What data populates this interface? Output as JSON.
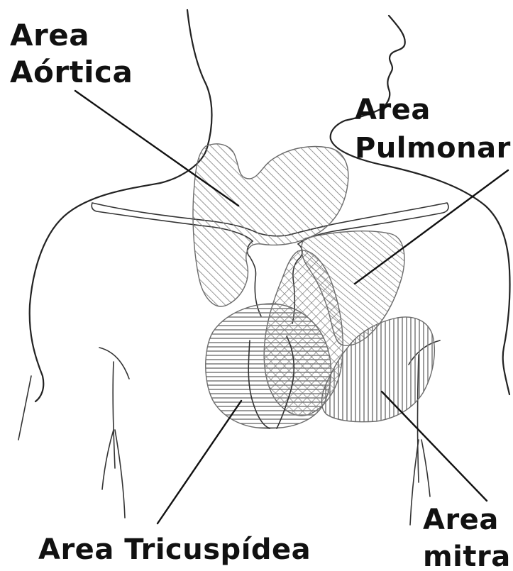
{
  "colors": {
    "ink": "#111111",
    "outline": "#222222",
    "hatch": "#7a7a7a",
    "background": "#ffffff"
  },
  "labels": {
    "aortic": {
      "line1": "Area",
      "line2": "Aórtica"
    },
    "pulmonary": {
      "line1": "Area",
      "line2": "Pulmonar"
    },
    "tricuspid": {
      "line1": "Area Tricuspídea"
    },
    "mitral": {
      "line1": "Area",
      "line2": "mitral"
    }
  }
}
